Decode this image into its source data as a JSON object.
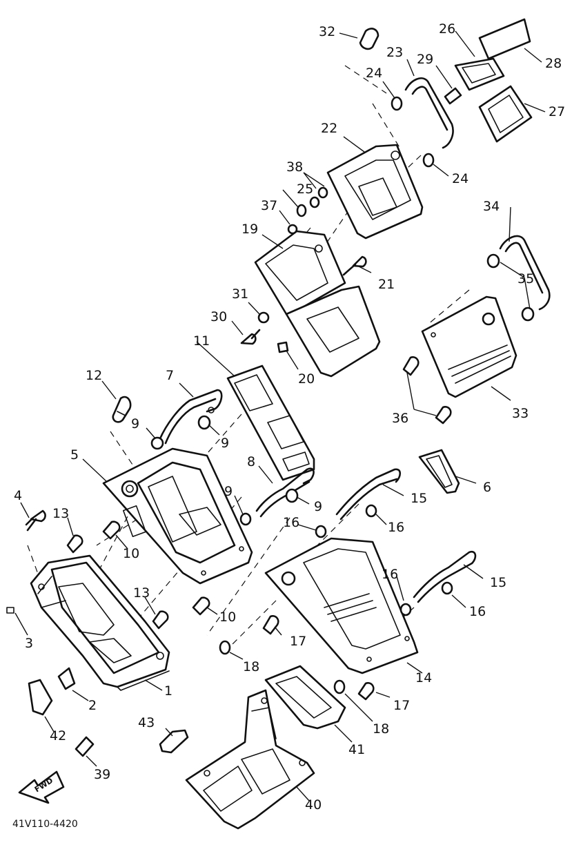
{
  "diagram": {
    "doc_id": "41V110-4420",
    "front_arrow_label": "FWD",
    "callouts": [
      {
        "key": "c1",
        "text": "1"
      },
      {
        "key": "c2",
        "text": "2"
      },
      {
        "key": "c3",
        "text": "3"
      },
      {
        "key": "c4",
        "text": "4"
      },
      {
        "key": "c5",
        "text": "5"
      },
      {
        "key": "c6",
        "text": "6"
      },
      {
        "key": "c7",
        "text": "7"
      },
      {
        "key": "c8",
        "text": "8"
      },
      {
        "key": "c9a",
        "text": "9"
      },
      {
        "key": "c9b",
        "text": "9"
      },
      {
        "key": "c9c",
        "text": "9"
      },
      {
        "key": "c9d",
        "text": "9"
      },
      {
        "key": "c10a",
        "text": "10"
      },
      {
        "key": "c10b",
        "text": "10"
      },
      {
        "key": "c11",
        "text": "11"
      },
      {
        "key": "c12",
        "text": "12"
      },
      {
        "key": "c13a",
        "text": "13"
      },
      {
        "key": "c13b",
        "text": "13"
      },
      {
        "key": "c14",
        "text": "14"
      },
      {
        "key": "c15a",
        "text": "15"
      },
      {
        "key": "c15b",
        "text": "15"
      },
      {
        "key": "c16a",
        "text": "16"
      },
      {
        "key": "c16b",
        "text": "16"
      },
      {
        "key": "c16c",
        "text": "16"
      },
      {
        "key": "c16d",
        "text": "16"
      },
      {
        "key": "c17a",
        "text": "17"
      },
      {
        "key": "c17b",
        "text": "17"
      },
      {
        "key": "c18a",
        "text": "18"
      },
      {
        "key": "c18b",
        "text": "18"
      },
      {
        "key": "c19",
        "text": "19"
      },
      {
        "key": "c20",
        "text": "20"
      },
      {
        "key": "c21",
        "text": "21"
      },
      {
        "key": "c22",
        "text": "22"
      },
      {
        "key": "c23",
        "text": "23"
      },
      {
        "key": "c24a",
        "text": "24"
      },
      {
        "key": "c24b",
        "text": "24"
      },
      {
        "key": "c25",
        "text": "25"
      },
      {
        "key": "c26",
        "text": "26"
      },
      {
        "key": "c27",
        "text": "27"
      },
      {
        "key": "c28",
        "text": "28"
      },
      {
        "key": "c29",
        "text": "29"
      },
      {
        "key": "c30",
        "text": "30"
      },
      {
        "key": "c31",
        "text": "31"
      },
      {
        "key": "c32",
        "text": "32"
      },
      {
        "key": "c33",
        "text": "33"
      },
      {
        "key": "c34",
        "text": "34"
      },
      {
        "key": "c35",
        "text": "35"
      },
      {
        "key": "c36",
        "text": "36"
      },
      {
        "key": "c37",
        "text": "37"
      },
      {
        "key": "c38",
        "text": "38"
      },
      {
        "key": "c39",
        "text": "39"
      },
      {
        "key": "c40",
        "text": "40"
      },
      {
        "key": "c41",
        "text": "41"
      },
      {
        "key": "c42",
        "text": "42"
      },
      {
        "key": "c43",
        "text": "43"
      }
    ]
  }
}
